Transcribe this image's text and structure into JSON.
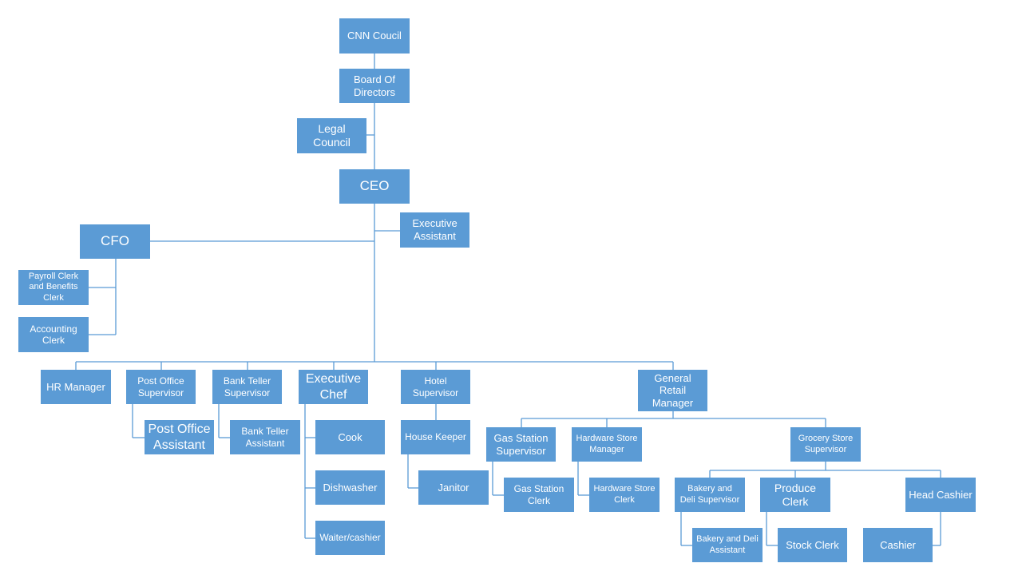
{
  "colors": {
    "box_fill": "#5b9bd5",
    "box_text": "#ffffff",
    "connector": "#5b9bd5"
  },
  "nodes": {
    "cnn_council": "CNN Coucil",
    "board_of_directors": "Board Of\nDirectors",
    "legal_council": "Legal Council",
    "ceo": "CEO",
    "executive_assistant": "Executive\nAssistant",
    "cfo": "CFO",
    "payroll_clerk": "Payroll Clerk\nand Benefits\nClerk",
    "accounting_clerk": "Accounting\nClerk",
    "hr_manager": "HR Manager",
    "post_office_supervisor": "Post Office\nSupervisor",
    "post_office_assistant": "Post Office\nAssistant",
    "bank_teller_supervisor": "Bank Teller\nSupervisor",
    "bank_teller_assistant": "Bank Teller\nAssistant",
    "executive_chef": "Executive\nChef",
    "cook": "Cook",
    "dishwasher": "Dishwasher",
    "waiter_cashier": "Waiter/cashier",
    "hotel_supervisor": "Hotel\nSupervisor",
    "house_keeper": "House Keeper",
    "janitor": "Janitor",
    "general_retail_manager": "General Retail\nManager",
    "gas_station_supervisor": "Gas Station\nSupervisor",
    "gas_station_clerk": "Gas Station\nClerk",
    "hardware_store_manager": "Hardware Store\nManager",
    "hardware_store_clerk": "Hardware Store\nClerk",
    "grocery_store_supervisor": "Grocery Store\nSupervisor",
    "bakery_deli_supervisor": "Bakery  and\nDeli Supervisor",
    "bakery_deli_assistant": "Bakery and Deli\nAssistant",
    "produce_clerk": "Produce\nClerk",
    "stock_clerk": "Stock Clerk",
    "head_cashier": "Head Cashier",
    "cashier": "Cashier"
  }
}
